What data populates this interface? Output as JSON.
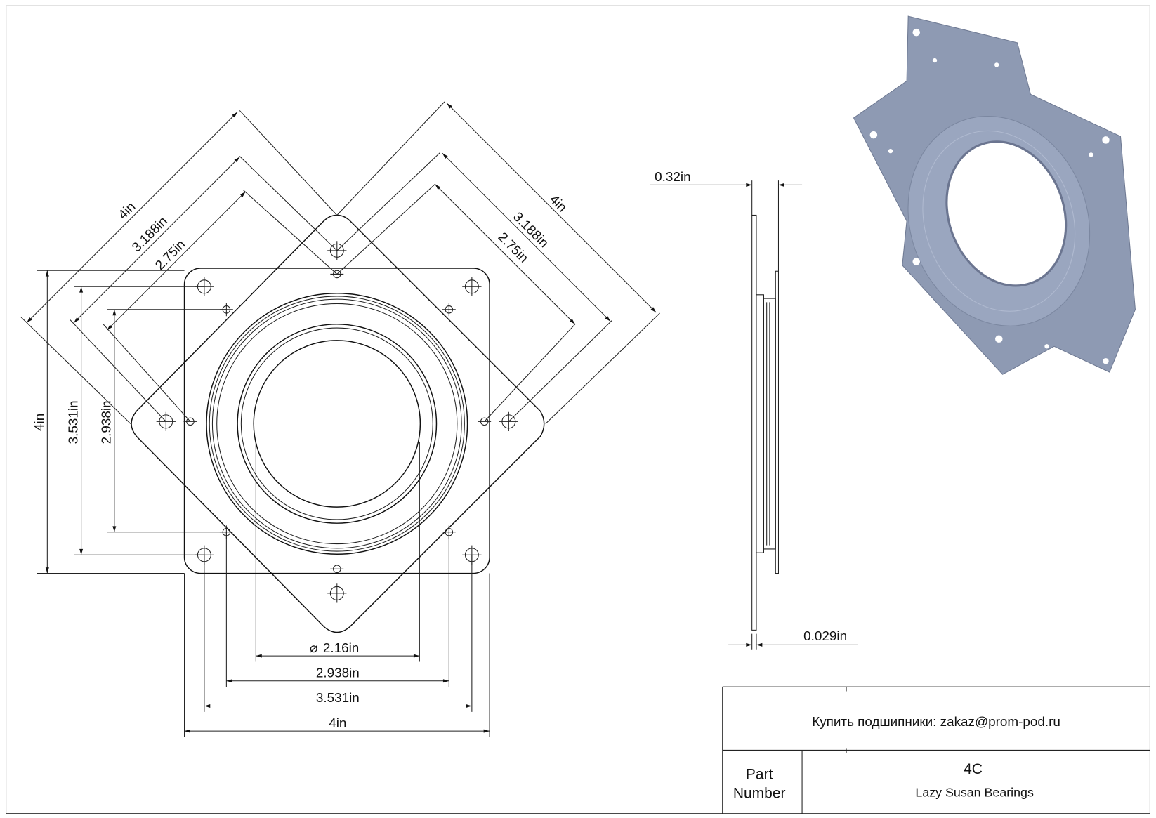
{
  "title_block": {
    "contact": "Купить подшипники: zakaz@prom-pod.ru",
    "part_number_label_1": "Part",
    "part_number_label_2": "Number",
    "part_number": "4C",
    "description": "Lazy Susan Bearings"
  },
  "dimensions": {
    "bottom_bore": "2.16in",
    "bottom_inner_holes": "2.938in",
    "bottom_outer_holes": "3.531in",
    "bottom_width": "4in",
    "left_height": "4in",
    "left_outer_holes": "3.531in",
    "left_inner_holes": "2.938in",
    "diag_left_width": "4in",
    "diag_left_outer": "3.188in",
    "diag_left_inner": "2.75in",
    "diag_right_width": "4in",
    "diag_right_outer": "3.188in",
    "diag_right_inner": "2.75in",
    "side_height": "0.32in",
    "side_thickness": "0.029in",
    "diameter_symbol": "⌀"
  },
  "colors": {
    "part_fill": "#8e9ab3",
    "line": "#222222"
  }
}
